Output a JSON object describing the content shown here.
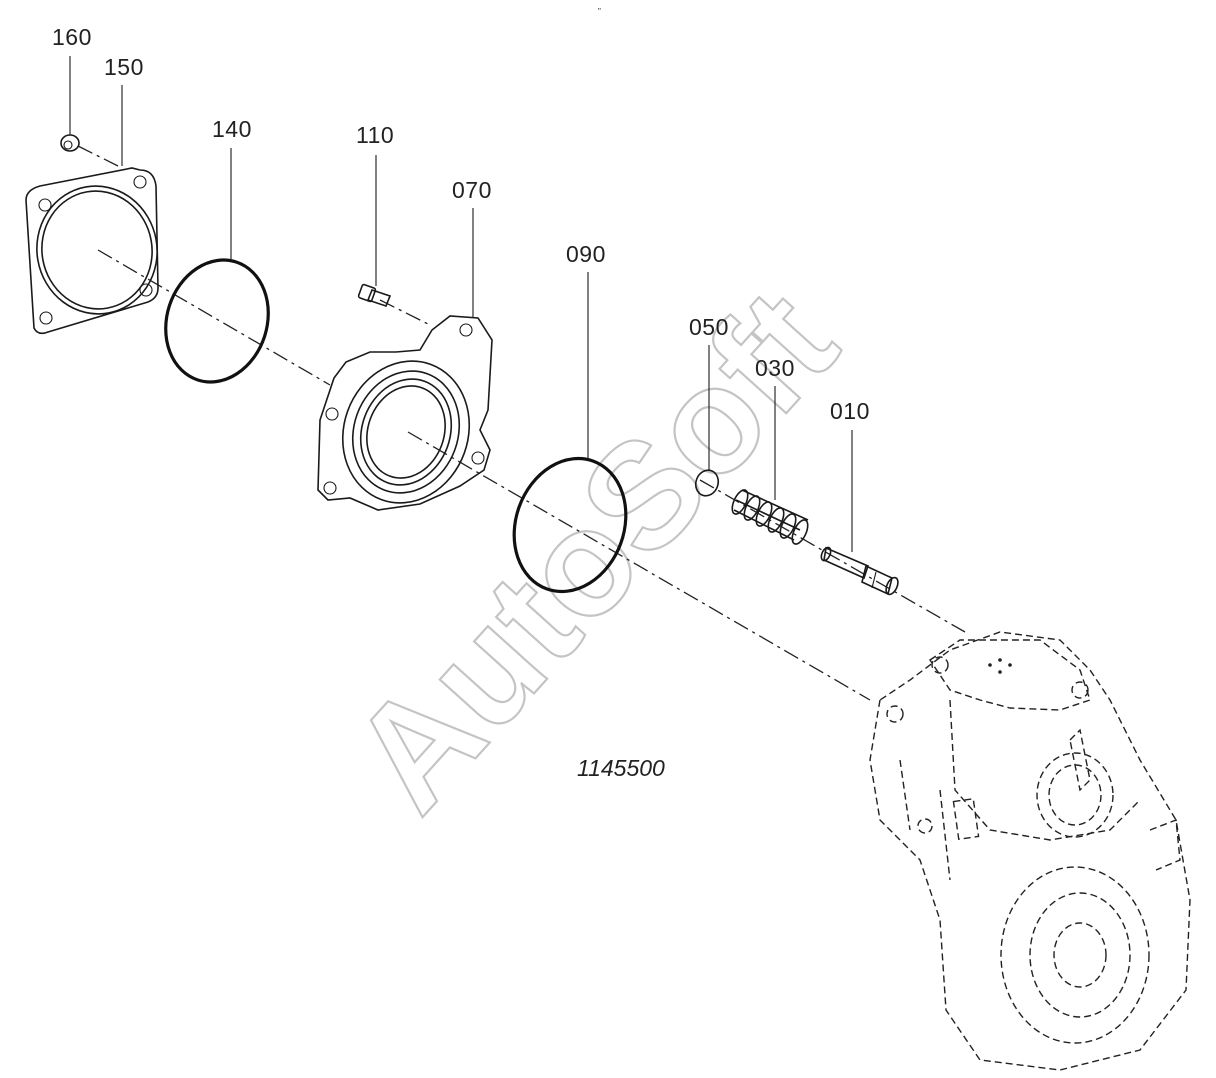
{
  "diagram": {
    "drawing_number": "1145500",
    "watermark": "AutoSoft",
    "header_mark": "\"",
    "parts": [
      {
        "id": "160"
      },
      {
        "id": "150"
      },
      {
        "id": "140"
      },
      {
        "id": "110"
      },
      {
        "id": "070"
      },
      {
        "id": "090"
      },
      {
        "id": "050"
      },
      {
        "id": "030"
      },
      {
        "id": "010"
      }
    ]
  }
}
